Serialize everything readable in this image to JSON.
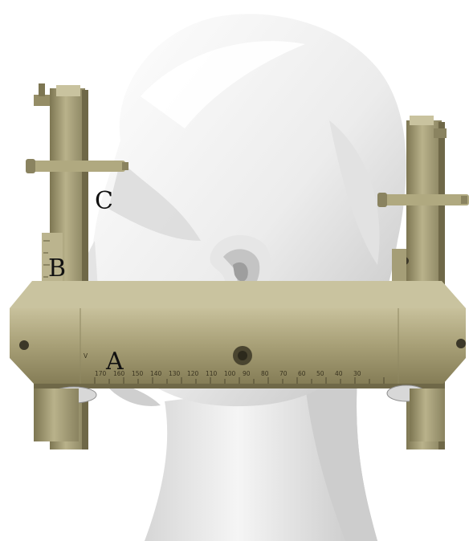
{
  "labels": {
    "a": "A",
    "b": "B",
    "c": "C"
  },
  "scale": {
    "arrow_glyph": "V",
    "numbers": [
      "170",
      "160",
      "150",
      "140",
      "130",
      "120",
      "110",
      "100",
      "90",
      "80",
      "70",
      "60",
      "50",
      "40",
      "30"
    ]
  },
  "colors": {
    "frame": "#a79f76",
    "frame_dark": "#6f6848",
    "frame_light": "#c9c39f",
    "skin_light": "#f4f4f4",
    "skin_shadow": "#bdbdbd",
    "label": "#111111"
  }
}
